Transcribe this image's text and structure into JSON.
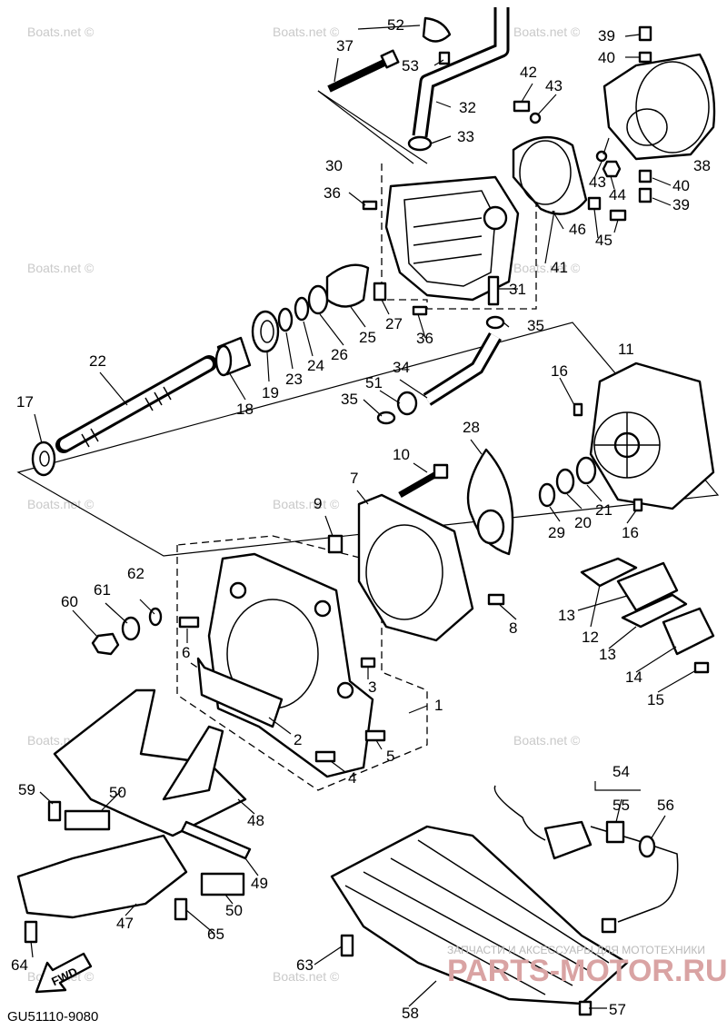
{
  "diagram_code": "GU51110-9080",
  "fwd_label": "FWD",
  "watermark": "Boats.net ©",
  "dealer_watermark_line": "ЗАПЧАСТИ И АКСЕССУАРЫ ДЛЯ МОТОТЕХНИКИ",
  "dealer_watermark_logo": "PARTS-MOTOR.RU",
  "callouts": [
    "1",
    "2",
    "3",
    "4",
    "5",
    "6",
    "7",
    "8",
    "9",
    "10",
    "11",
    "12",
    "13",
    "13",
    "14",
    "15",
    "16",
    "16",
    "17",
    "18",
    "19",
    "20",
    "21",
    "22",
    "23",
    "24",
    "25",
    "26",
    "27",
    "28",
    "29",
    "30",
    "31",
    "32",
    "33",
    "34",
    "35",
    "35",
    "36",
    "36",
    "37",
    "38",
    "39",
    "39",
    "40",
    "40",
    "41",
    "42",
    "43",
    "43",
    "44",
    "45",
    "46",
    "47",
    "48",
    "49",
    "50",
    "50",
    "51",
    "52",
    "53",
    "54",
    "55",
    "56",
    "57",
    "58",
    "59",
    "60",
    "61",
    "62",
    "63",
    "64",
    "65"
  ]
}
